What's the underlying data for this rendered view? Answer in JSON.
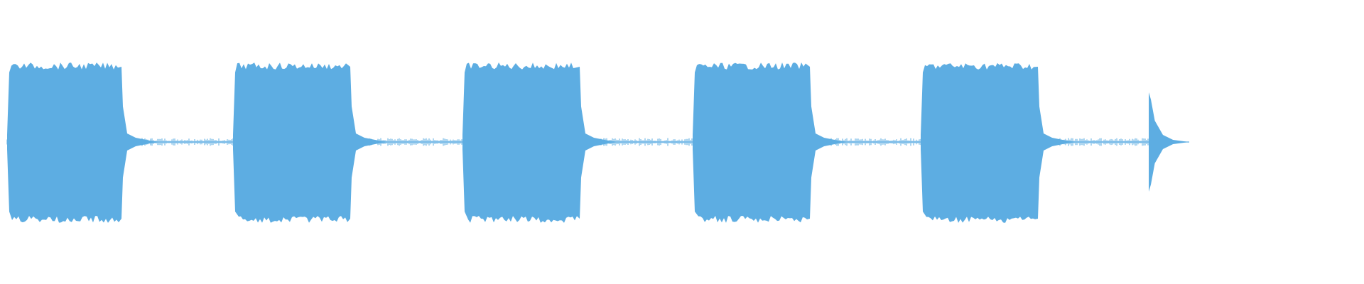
{
  "waveform": {
    "color": "#5dade2",
    "background": "#ffffff",
    "tone_bursts": [
      {
        "start": 0.005,
        "end": 0.089
      },
      {
        "start": 0.171,
        "end": 0.257
      },
      {
        "start": 0.339,
        "end": 0.425
      },
      {
        "start": 0.508,
        "end": 0.594
      },
      {
        "start": 0.675,
        "end": 0.761
      }
    ],
    "click": {
      "start": 0.842,
      "end": 0.872
    }
  }
}
